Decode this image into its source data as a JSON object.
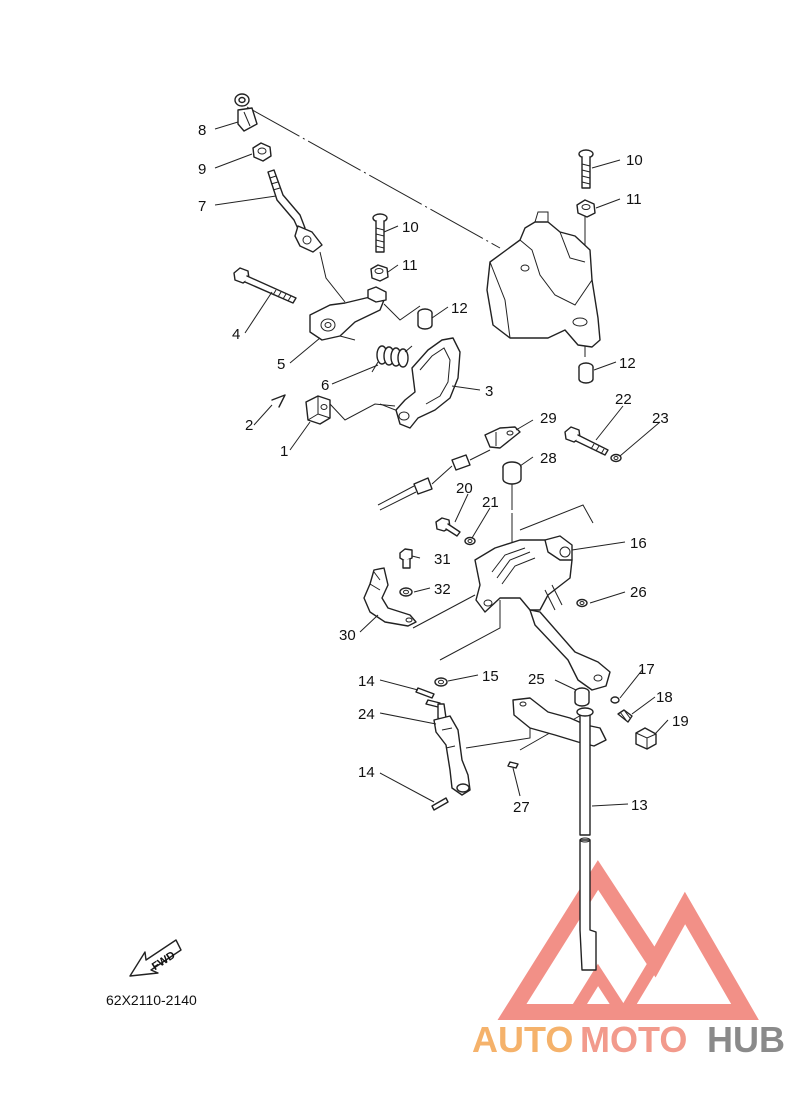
{
  "diagram_code": "62X2110-2140",
  "fwd_label": "FWD",
  "watermark": {
    "part1": "AUTO",
    "part2": "MOTO",
    "part3": "HUB",
    "color_part1": "#f5b26b",
    "color_part2": "#f29a8c",
    "color_part3": "#8a8a8a",
    "logo_color": "#f07d73"
  },
  "callouts": {
    "c1": "1",
    "c2": "2",
    "c3": "3",
    "c4": "4",
    "c5": "5",
    "c6": "6",
    "c7": "7",
    "c8": "8",
    "c9": "9",
    "c10a": "10",
    "c10b": "10",
    "c11a": "11",
    "c11b": "11",
    "c12a": "12",
    "c12b": "12",
    "c13": "13",
    "c14a": "14",
    "c14b": "14",
    "c15": "15",
    "c16": "16",
    "c17": "17",
    "c18": "18",
    "c19": "19",
    "c20": "20",
    "c21": "21",
    "c22": "22",
    "c23": "23",
    "c24": "24",
    "c25": "25",
    "c26": "26",
    "c27": "27",
    "c28": "28",
    "c29": "29",
    "c30": "30",
    "c31": "31",
    "c32": "32"
  }
}
